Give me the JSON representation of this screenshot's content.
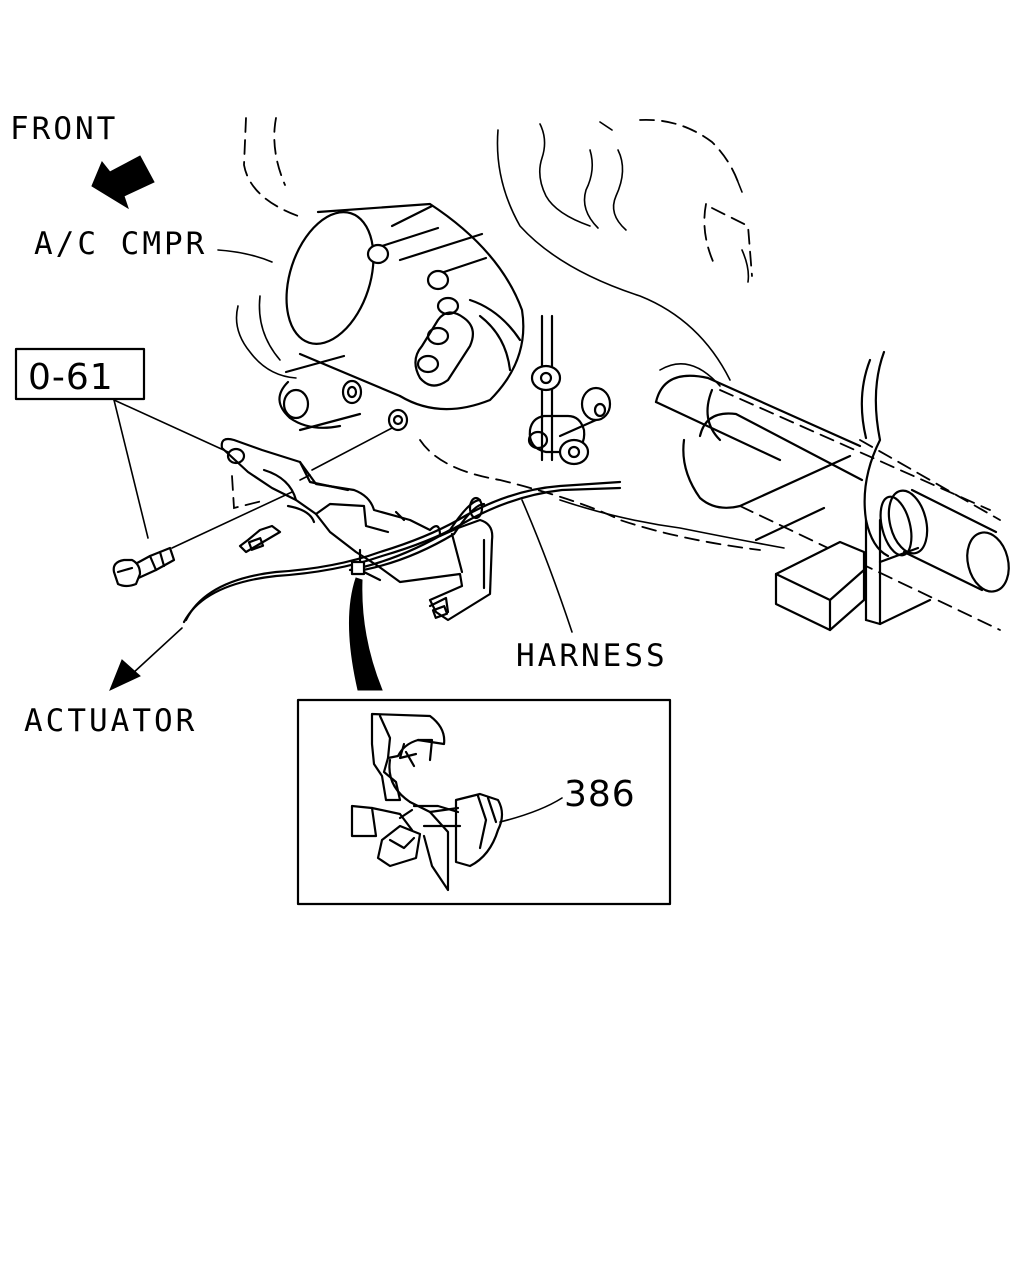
{
  "labels": {
    "front": "FRONT",
    "ac_compressor": "A/C CMPR",
    "bolt_ref": "0-61",
    "harness": "HARNESS",
    "actuator": "ACTUATOR",
    "clip_part": "386"
  },
  "icons": {
    "front_arrow": "arrow-up-left",
    "actuator_arrow": "arrow-down-left"
  }
}
